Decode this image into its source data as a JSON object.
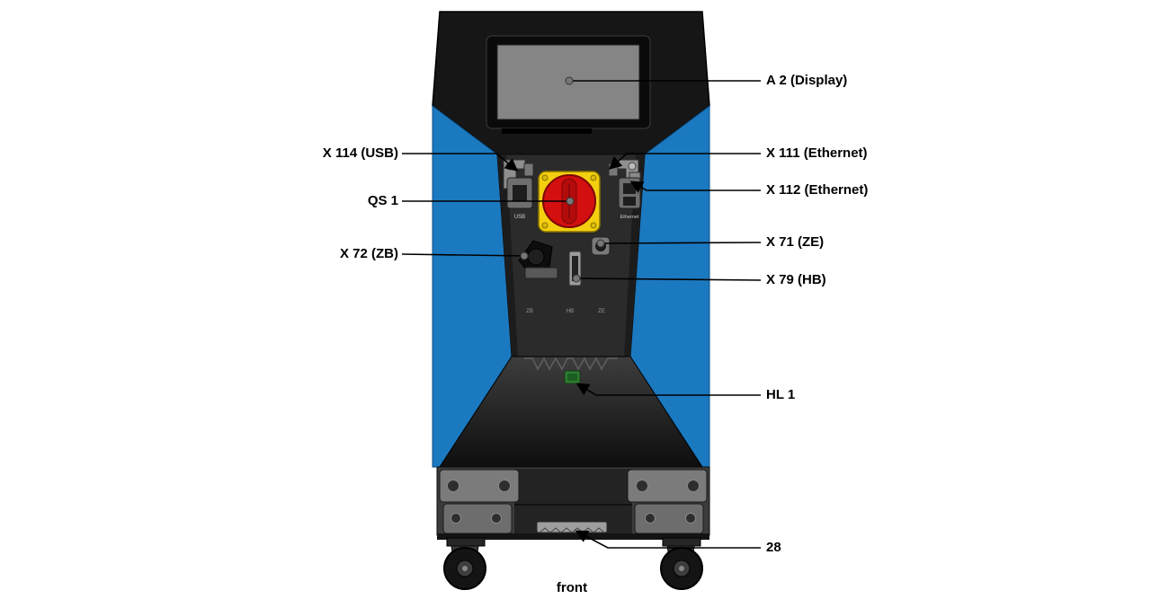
{
  "figure": {
    "caption": "front",
    "callouts": {
      "a2": "A 2 (Display)",
      "x114": "X 114 (USB)",
      "x111": "X 111 (Ethernet)",
      "x112": "X 112 (Ethernet)",
      "qs1": "QS 1",
      "x72": "X 72 (ZB)",
      "x71": "X 71 (ZE)",
      "x79": "X 79 (HB)",
      "hl1": "HL 1",
      "n28": "28"
    },
    "panel_labels": {
      "usb": "USB",
      "ethernet": "Ethernet",
      "zb": "ZB",
      "hb": "HB",
      "ze": "ZE"
    },
    "colors": {
      "side_panels": "#1B79C0",
      "estop_button": "#D40F0F",
      "estop_plate": "#F3CF0F",
      "indicator_lamp": "#2E7D32"
    }
  }
}
